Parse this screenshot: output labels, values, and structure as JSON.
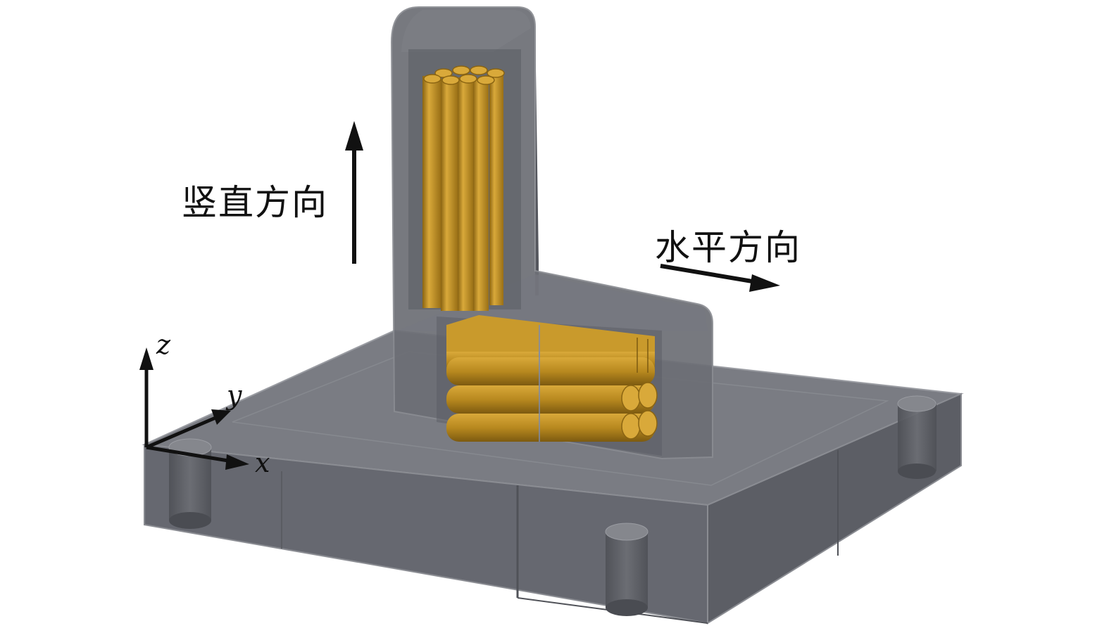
{
  "labels": {
    "vertical_direction": "竖直方向",
    "horizontal_direction": "水平方向"
  },
  "axes": {
    "x": "x",
    "y": "y",
    "z": "z"
  },
  "colors": {
    "housing": "#6e7077",
    "housing_dark": "#55575d",
    "housing_edge": "#8a8c92",
    "rod": "#b8891f",
    "rod_light": "#d9a93a",
    "rod_dark": "#8a6412",
    "arrow": "#111111"
  },
  "icons": {
    "vertical_arrow": "arrow-up-icon",
    "horizontal_arrow": "arrow-right-icon",
    "coordinate_triad": "axes-icon"
  }
}
